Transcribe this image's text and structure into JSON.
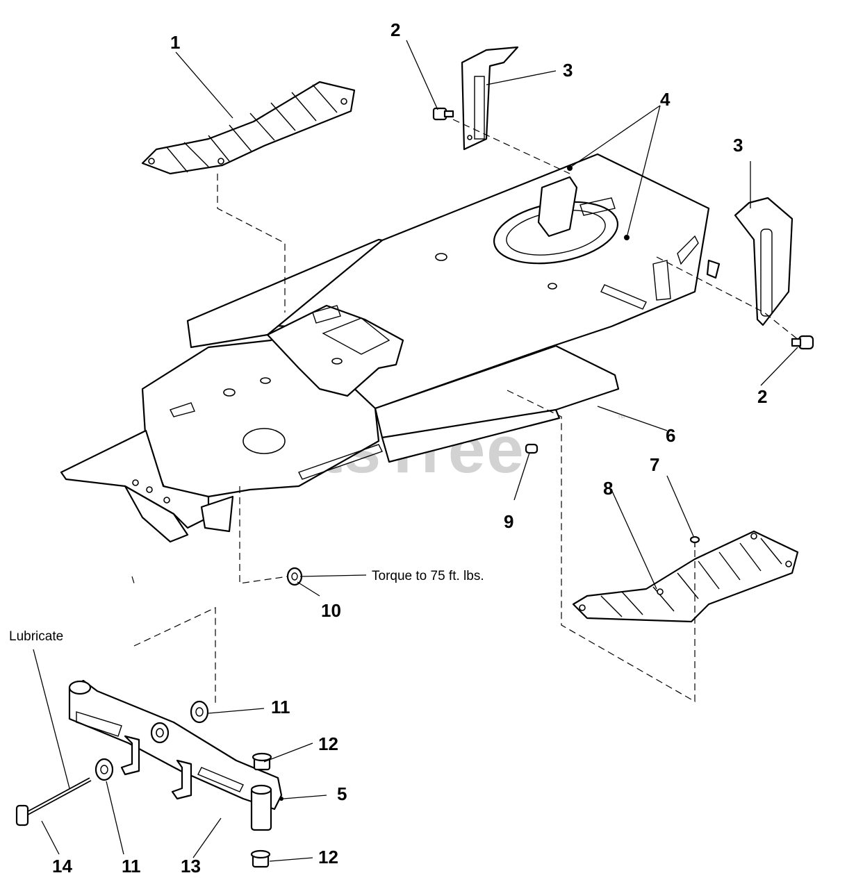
{
  "watermark": {
    "text": "PartsTree",
    "trademark": "™"
  },
  "callouts": {
    "c1": "1",
    "c2a": "2",
    "c2b": "2",
    "c3a": "3",
    "c3b": "3",
    "c4": "4",
    "c5": "5",
    "c6": "6",
    "c7": "7",
    "c8": "8",
    "c9": "9",
    "c10": "10",
    "c11a": "11",
    "c11b": "11",
    "c12a": "12",
    "c12b": "12",
    "c13": "13",
    "c14": "14"
  },
  "notes": {
    "torque": "Torque to 75 ft. lbs.",
    "lubricate": "Lubricate"
  }
}
